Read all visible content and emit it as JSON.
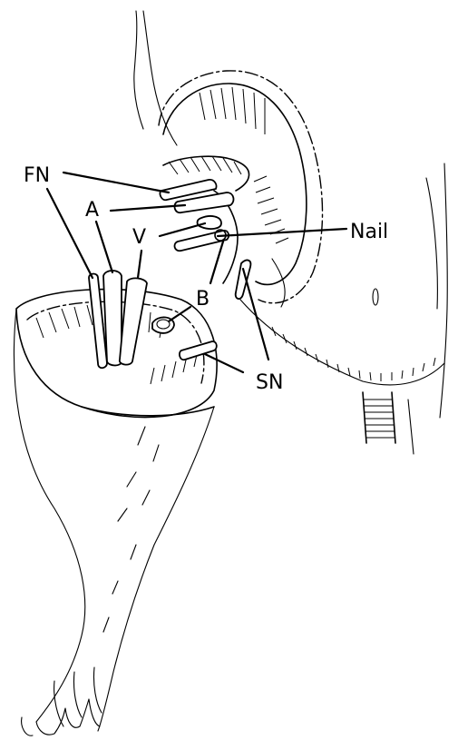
{
  "labels": {
    "fn": "FN",
    "a": "A",
    "v": "V",
    "nail": "Nail",
    "b": "B",
    "sn": "SN"
  }
}
